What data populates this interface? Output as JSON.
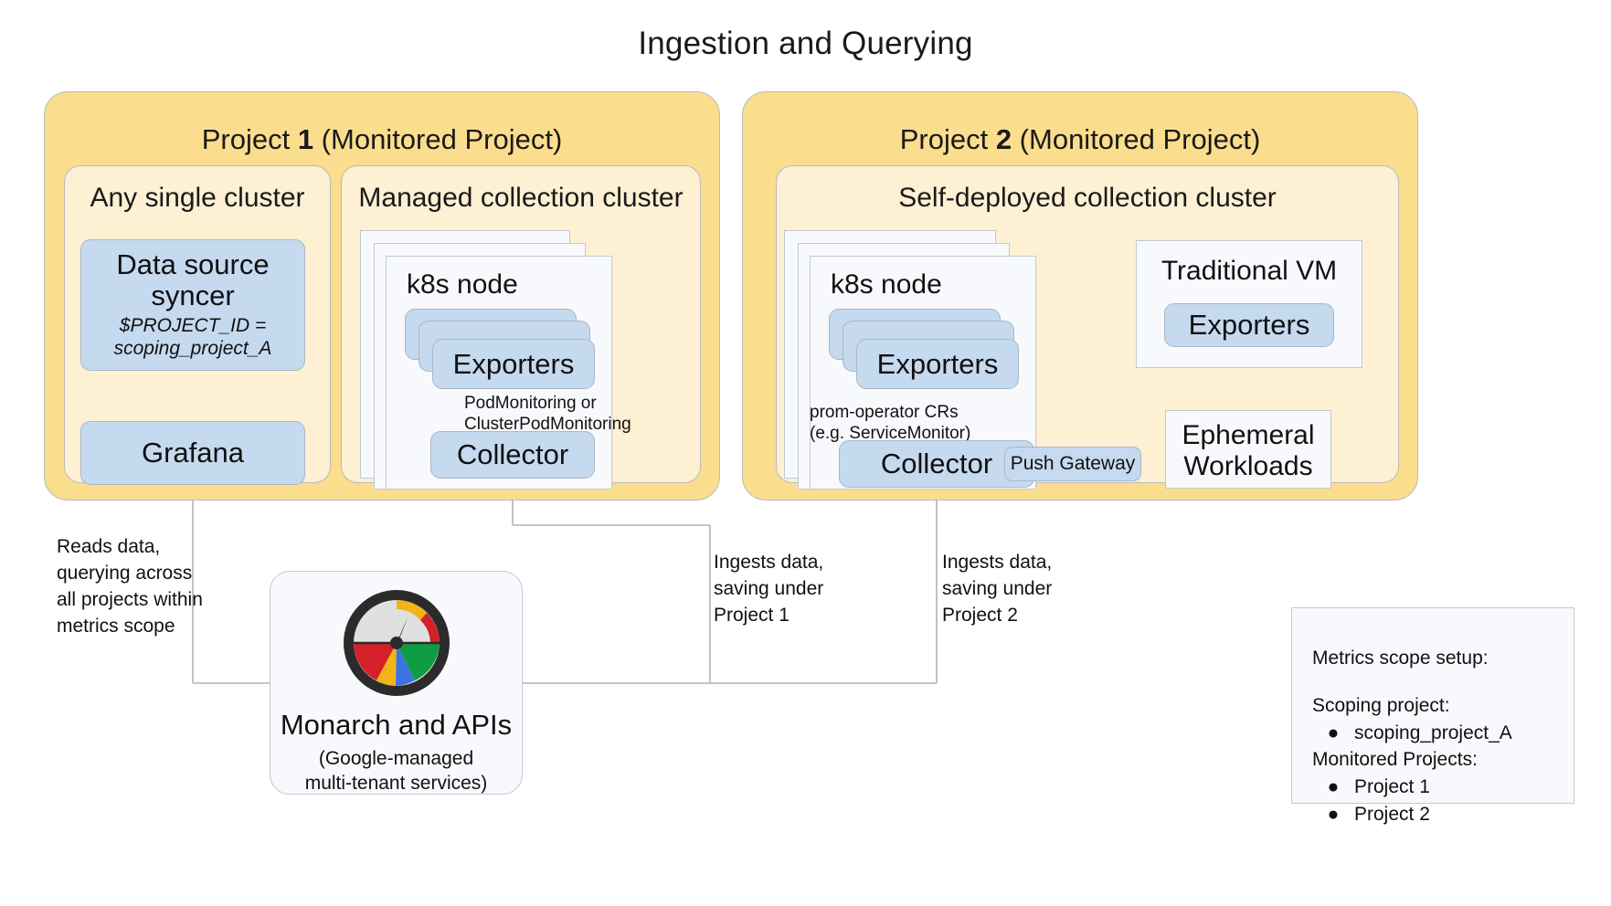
{
  "title": "Ingestion and Querying",
  "projects": [
    {
      "label_prefix": "Project ",
      "number": "1",
      "label_suffix": " (Monitored Project)",
      "clusters": [
        {
          "title": "Any single cluster"
        },
        {
          "title": "Managed collection cluster"
        }
      ]
    },
    {
      "label_prefix": "Project ",
      "number": "2",
      "label_suffix": " (Monitored Project)",
      "clusters": [
        {
          "title": "Self-deployed collection cluster"
        }
      ]
    }
  ],
  "boxes": {
    "data_source_syncer": {
      "line1": "Data source",
      "line2": "syncer",
      "sub": "$PROJECT_ID = scoping_project_A"
    },
    "grafana": "Grafana",
    "k8s_node": "k8s node",
    "exporters": "Exporters",
    "collector": "Collector",
    "push_gateway": "Push Gateway",
    "traditional_vm": "Traditional VM",
    "ephemeral_workloads_l1": "Ephemeral",
    "ephemeral_workloads_l2": "Workloads"
  },
  "edge_labels": {
    "pod_monitoring_l1": "PodMonitoring or",
    "pod_monitoring_l2": "ClusterPodMonitoring",
    "prom_operator_l1": "prom-operator CRs",
    "prom_operator_l2": "(e.g. ServiceMonitor)",
    "reads_data": "Reads data, querying across all projects within metrics scope",
    "ingests_project1": "Ingests data, saving under Project 1",
    "ingests_project2": "Ingests data, saving under Project 2"
  },
  "monarch": {
    "name": "Monarch and APIs",
    "sub_l1": "(Google-managed",
    "sub_l2": "multi-tenant services)",
    "icon": "monarch-gauge-icon"
  },
  "legend": {
    "heading": "Metrics scope setup:",
    "scoping_heading": "Scoping project:",
    "scoping_items": [
      "scoping_project_A"
    ],
    "monitored_heading": "Monitored Projects:",
    "monitored_items": [
      "Project 1",
      "Project 2"
    ]
  },
  "colors": {
    "project_fill": "#FBDD8E",
    "cluster_fill": "#FDF0D3",
    "node_fill": "#F7F9FC",
    "blue_fill": "#C5D9EF",
    "line": "#b0b3b8",
    "google_red": "#D32029",
    "google_yellow": "#F2B418",
    "google_green": "#0E9D42",
    "google_blue": "#3B74E0",
    "gauge_dark": "#2B2B2B",
    "gauge_face": "#E0E0E0"
  }
}
